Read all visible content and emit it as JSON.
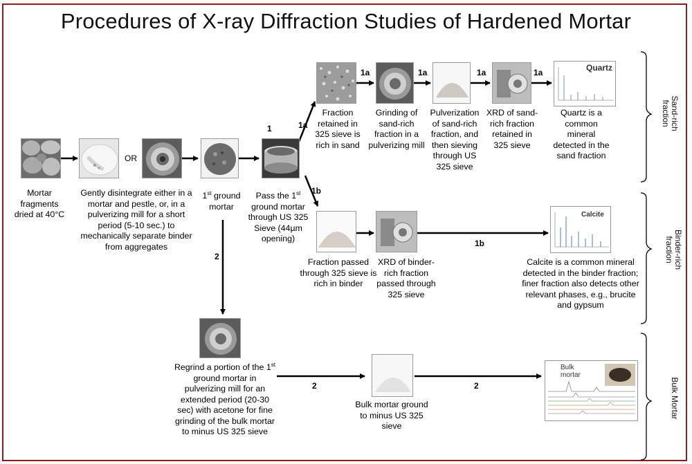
{
  "title": "Procedures of X-ray Diffraction Studies of Hardened Mortar",
  "labels": {
    "mortar_fragments": "Mortar fragments dried at 40°C",
    "disintegrate": "Gently disintegrate either in a mortar and pestle, or, in a pulverizing mill for a short period (5-10 sec.) to mechanically separate binder from aggregates",
    "or": "OR",
    "first_ground_prefix": "1",
    "first_ground_sup": "st",
    "first_ground_suffix": " ground mortar",
    "pass_sieve_prefix": "Pass the 1",
    "pass_sieve_sup": "st",
    "pass_sieve_suffix": " ground mortar through US 325 Sieve (44µm opening)",
    "fraction_retained": "Fraction retained in 325 sieve is rich in sand",
    "grinding_sand": "Grinding of sand-rich fraction in a pulverizing mill",
    "pulverization": "Pulverization of sand-rich fraction, and then sieving through US 325 sieve",
    "xrd_sand": "XRD of sand-rich fraction retained in 325 sieve",
    "quartz_text": "Quartz is a common mineral detected in the sand fraction",
    "fraction_passed": "Fraction passed through 325 sieve is rich in binder",
    "xrd_binder": "XRD of binder-rich fraction passed through 325 sieve",
    "calcite_text": "Calcite is a common mineral detected in the binder fraction; finer fraction also detects other relevant phases, e.g., brucite and gypsum",
    "regrind_prefix": "Regrind a portion of the 1",
    "regrind_sup": "st",
    "regrind_suffix": " ground mortar in pulverizing mill for an extended period (20-30 sec) with acetone for fine grinding of the bulk mortar to minus US 325 sieve",
    "bulk_ground": "Bulk mortar ground to minus US 325 sieve"
  },
  "steps": {
    "s1": "1",
    "s1a": "1a",
    "s1b": "1b",
    "s2": "2"
  },
  "side_labels": {
    "sand": "Sand-rich fraction",
    "binder": "Binder-rich fraction",
    "bulk": "Bulk Mortar"
  },
  "plot_labels": {
    "quartz": "Quartz",
    "calcite": "Calcite",
    "bulk": "Bulk mortar"
  },
  "colors": {
    "frame": "#8a1e1e",
    "arrow": "#000000"
  }
}
